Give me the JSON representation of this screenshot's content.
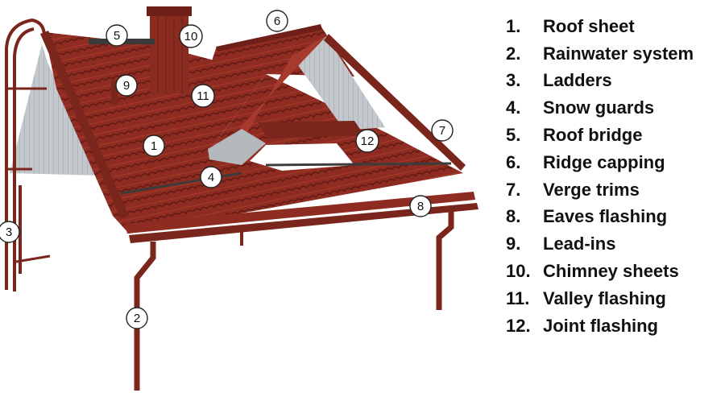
{
  "diagram": {
    "callouts": [
      {
        "id": "1",
        "text": "1"
      },
      {
        "id": "2",
        "text": "2"
      },
      {
        "id": "3",
        "text": "3"
      },
      {
        "id": "4",
        "text": "4"
      },
      {
        "id": "5",
        "text": "5"
      },
      {
        "id": "6",
        "text": "6"
      },
      {
        "id": "7",
        "text": "7"
      },
      {
        "id": "8",
        "text": "8"
      },
      {
        "id": "9",
        "text": "9"
      },
      {
        "id": "10",
        "text": "10"
      },
      {
        "id": "11",
        "text": "11"
      },
      {
        "id": "12",
        "text": "12"
      }
    ],
    "colors": {
      "tile": "#8e2c21",
      "tile_dark": "#6e1f17",
      "tile_light": "#a8392b",
      "metal": "#b9bec4",
      "trim": "#7a261c",
      "callout_fill": "#ffffff",
      "callout_stroke": "#222222"
    }
  },
  "legend": {
    "items": [
      {
        "number": "1.",
        "label": "Roof sheet"
      },
      {
        "number": "2.",
        "label": "Rainwater system"
      },
      {
        "number": "3.",
        "label": "Ladders"
      },
      {
        "number": "4.",
        "label": "Snow guards"
      },
      {
        "number": "5.",
        "label": "Roof bridge"
      },
      {
        "number": "6.",
        "label": "Ridge capping"
      },
      {
        "number": "7.",
        "label": "Verge trims"
      },
      {
        "number": "8.",
        "label": "Eaves flashing"
      },
      {
        "number": "9.",
        "label": "Lead-ins"
      },
      {
        "number": "10.",
        "label": "Chimney sheets"
      },
      {
        "number": "11.",
        "label": "Valley flashing"
      },
      {
        "number": "12.",
        "label": "Joint flashing"
      }
    ]
  }
}
